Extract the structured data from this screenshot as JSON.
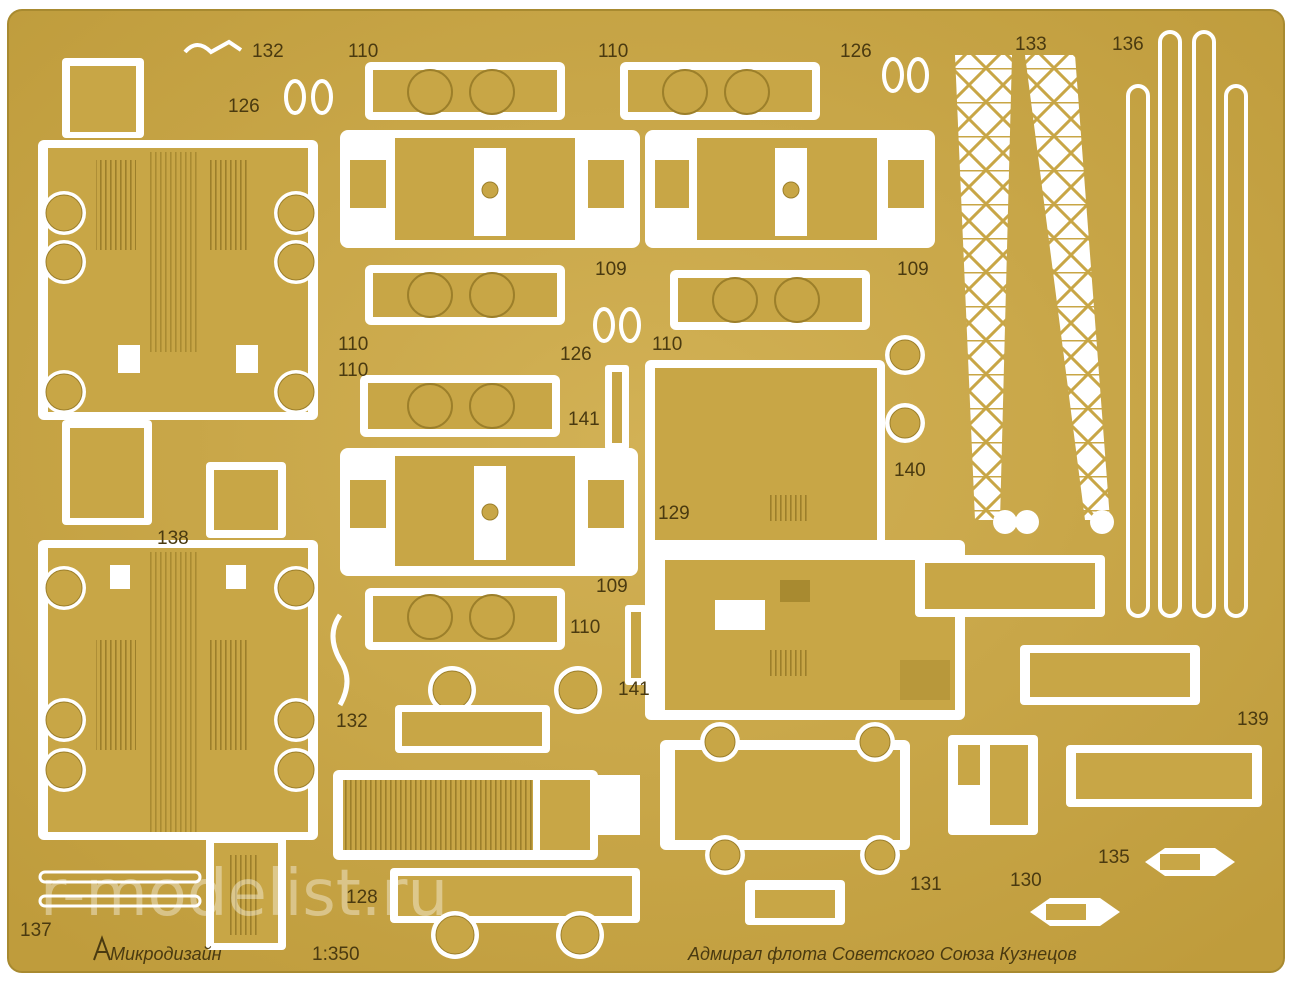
{
  "sheet": {
    "title": "Адмирал флота Советского Союза Кузнецов",
    "scale": "1:350",
    "brand": "Микродизайн",
    "watermark": "r-modelist.ru",
    "colors": {
      "brass": "#c8a646",
      "brass_dark": "#a88a30",
      "cutout": "#ffffff",
      "ink": "#4a3a10"
    }
  },
  "part_labels": [
    "132",
    "110",
    "110",
    "126",
    "133",
    "136",
    "126",
    "109",
    "109",
    "110",
    "126",
    "110",
    "110",
    "141",
    "140",
    "129",
    "138",
    "109",
    "110",
    "132",
    "141",
    "139",
    "128",
    "131",
    "130",
    "135",
    "137"
  ]
}
